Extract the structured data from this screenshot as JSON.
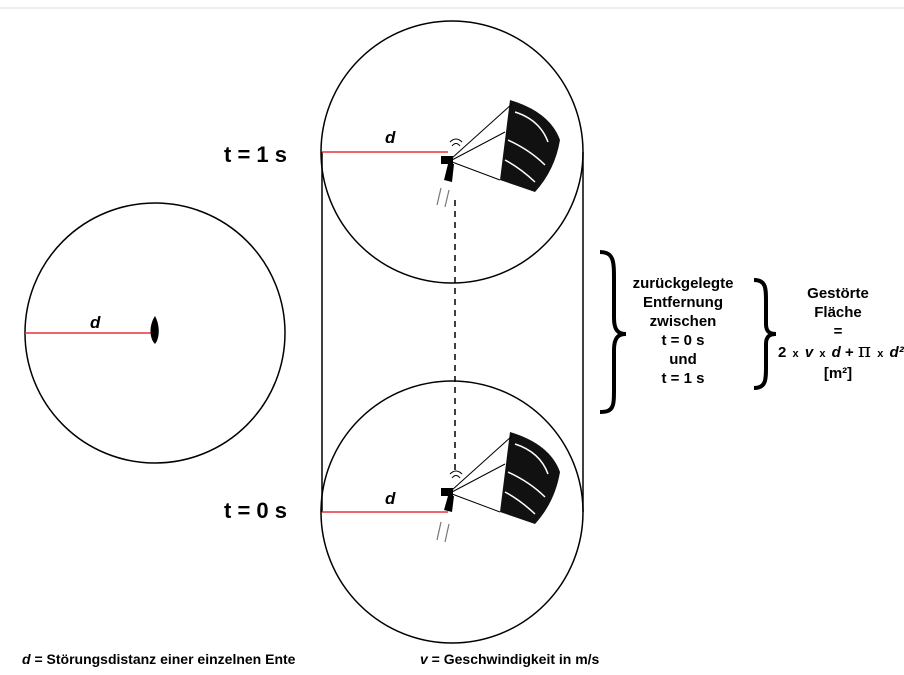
{
  "labels": {
    "t1": "t = 1 s",
    "t0": "t = 0 s",
    "d": "d"
  },
  "distance_text": [
    "zurückgelegte",
    "Entfernung",
    "zwischen",
    "t = 0 s",
    "und",
    "t = 1 s"
  ],
  "area_text": {
    "line1": "Gestörte",
    "line2": "Fläche",
    "equals": "=",
    "f_two": "2",
    "f_times": "x",
    "f_v": "v",
    "f_d": "d",
    "f_plus": "+",
    "f_pi": "π",
    "f_d2": "d²",
    "unit": "[m²]"
  },
  "footer": {
    "d_var": "d",
    "d_text": " = Störungsdistanz einer einzelnen Ente",
    "v_var": "v",
    "v_text": " = Geschwindigkeit in m/s"
  },
  "colors": {
    "radius_line": "#e8343a",
    "stroke": "#000000"
  },
  "icons": [
    "duck-icon",
    "paraglider-icon"
  ]
}
